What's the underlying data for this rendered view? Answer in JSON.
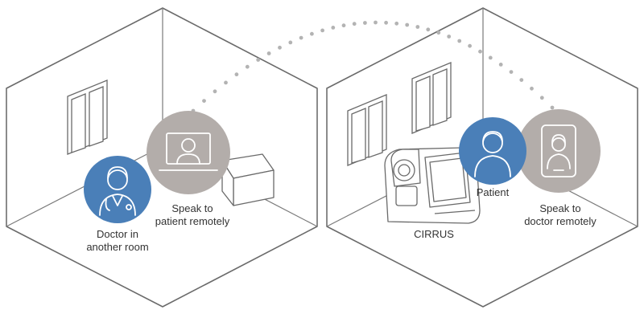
{
  "colors": {
    "doctor_circle": "#4a7fb8",
    "patient_circle": "#4a7fb8",
    "device_circle": "#b3adaa",
    "line": "#6a6a6a",
    "dots": "#b3b3b3"
  },
  "left_room": {
    "doctor_label_line1": "Doctor in",
    "doctor_label_line2": "another room",
    "laptop_label_line1": "Speak to",
    "laptop_label_line2": "patient remotely",
    "doctor_icon": "doctor-icon",
    "laptop_icon": "laptop-video-call-icon"
  },
  "right_room": {
    "device_label": "CIRRUS",
    "patient_label": "Patient",
    "tablet_label_line1": "Speak to",
    "tablet_label_line2": "doctor remotely",
    "patient_icon": "patient-icon",
    "tablet_icon": "tablet-video-call-icon",
    "device_icon": "cirrus-oct-device-icon"
  }
}
